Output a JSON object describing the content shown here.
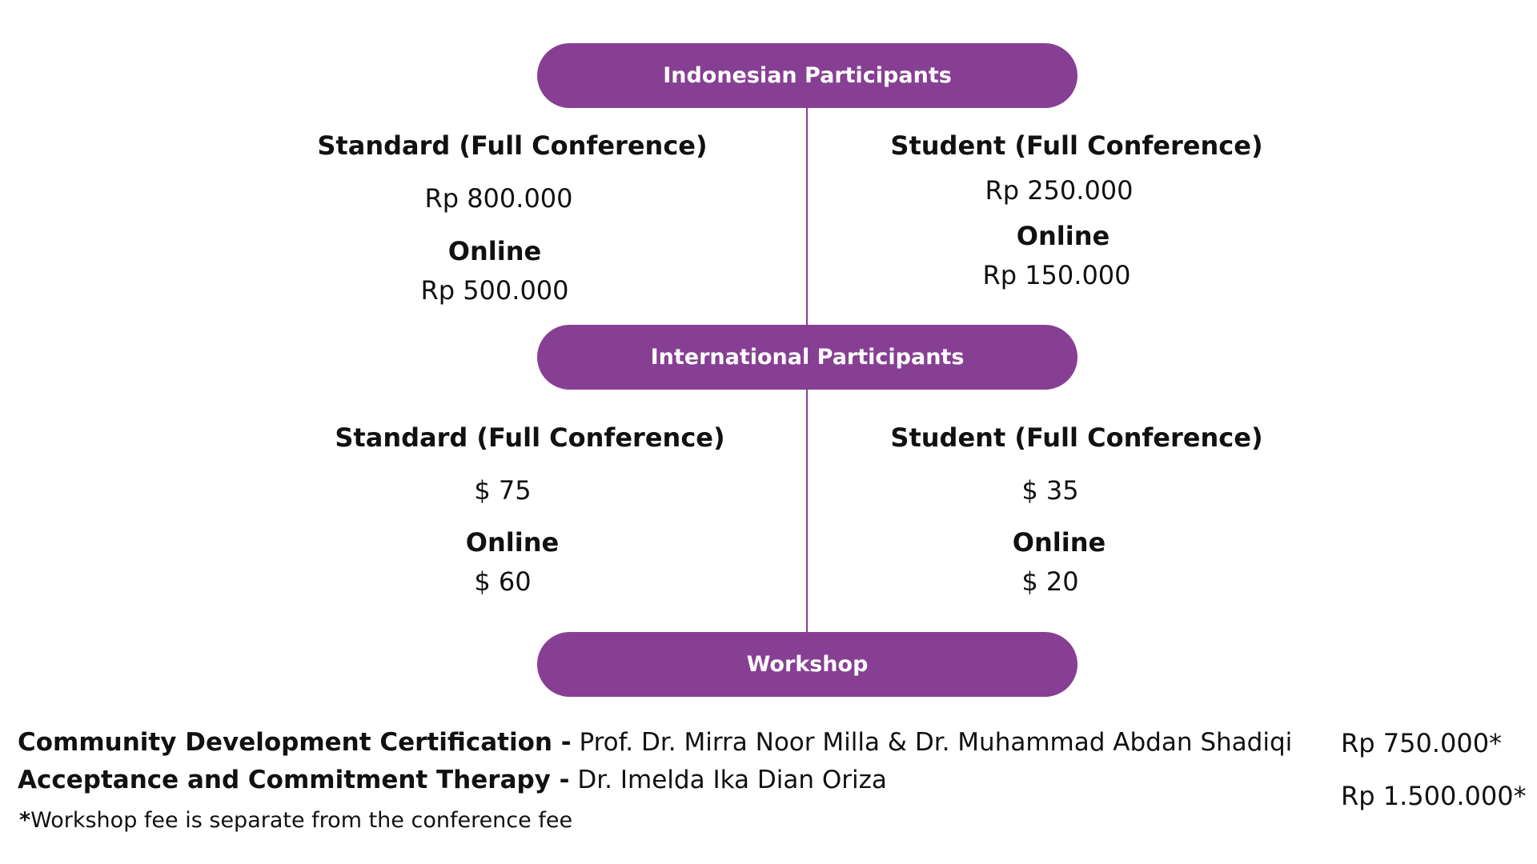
{
  "sections": {
    "indonesian": {
      "title": "Indonesian Participants",
      "left": {
        "heading": "Standard (Full Conference)",
        "price": "Rp 800.000",
        "online_label": "Online",
        "online_price": "Rp 500.000"
      },
      "right": {
        "heading": "Student (Full Conference)",
        "price": "Rp 250.000",
        "online_label": "Online",
        "online_price": "Rp 150.000"
      }
    },
    "international": {
      "title": "International Participants",
      "left": {
        "heading": "Standard (Full Conference)",
        "price": "$ 75",
        "online_label": "Online",
        "online_price": "$ 60"
      },
      "right": {
        "heading": "Student (Full Conference)",
        "price": "$ 35",
        "online_label": "Online",
        "online_price": "$ 20"
      }
    },
    "workshop": {
      "title": "Workshop",
      "items": [
        {
          "name": "Community Development Certification -",
          "speakers": "Prof. Dr. Mirra Noor Milla & Dr. Muhammad Abdan Shadiqi",
          "price": "Rp 750.000*"
        },
        {
          "name": "Acceptance and Commitment Therapy -",
          "speakers": "Dr. Imelda Ika Dian Oriza",
          "price": "Rp 1.500.000*"
        }
      ],
      "footnote_mark": "*",
      "footnote": "Workshop fee is separate from the conference fee"
    }
  },
  "colors": {
    "accent": "#873f93",
    "text": "#111111",
    "background": "#ffffff"
  }
}
